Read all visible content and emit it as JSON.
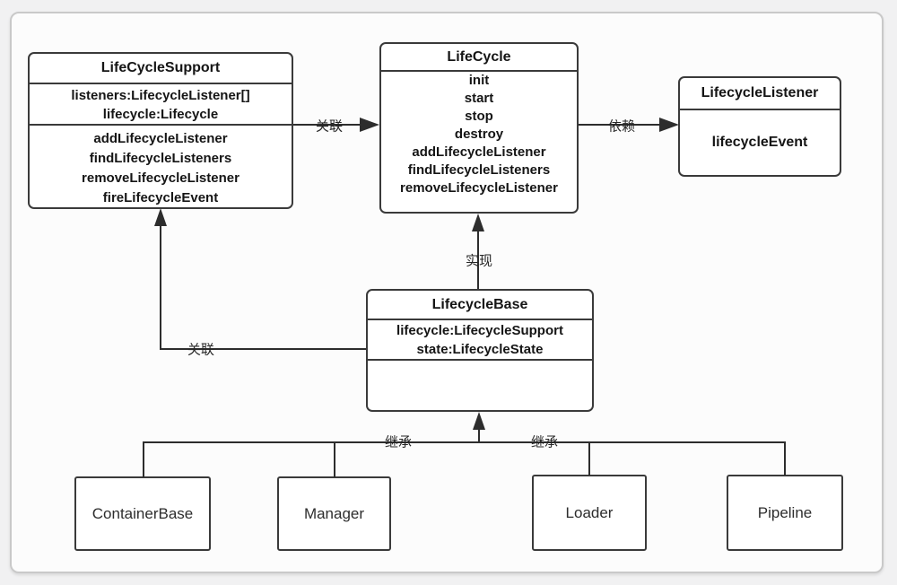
{
  "diagram": {
    "classes": {
      "lifecycle_support": {
        "title": "LifeCycleSupport",
        "fields": [
          "listeners:LifecycleListener[]",
          "lifecycle:Lifecycle"
        ],
        "methods": [
          "addLifecycleListener",
          "findLifecycleListeners",
          "removeLifecycleListener",
          "fireLifecycleEvent"
        ]
      },
      "lifecycle": {
        "title": "LifeCycle",
        "methods": [
          "init",
          "start",
          "stop",
          "destroy",
          "addLifecycleListener",
          "findLifecycleListeners",
          "removeLifecycleListener"
        ]
      },
      "lifecycle_listener": {
        "title": "LifecycleListener",
        "fields": [
          "lifecycleEvent"
        ]
      },
      "lifecycle_base": {
        "title": "LifecycleBase",
        "fields": [
          "lifecycle:LifecycleSupport",
          "state:LifecycleState"
        ]
      },
      "container_base": {
        "title": "ContainerBase"
      },
      "manager": {
        "title": "Manager"
      },
      "loader": {
        "title": "Loader"
      },
      "pipeline": {
        "title": "Pipeline"
      }
    },
    "relations": {
      "support_to_lifecycle": "关联",
      "lifecycle_to_listener": "依赖",
      "base_to_lifecycle": "实现",
      "base_to_support": "关联",
      "inherit_left": "继承",
      "inherit_right": "继承"
    },
    "colors": {
      "line": "#2d2d2d",
      "box_border": "#3a3a3a",
      "box_fill": "#ffffff",
      "canvas_fill": "#fcfcfc",
      "frame_border": "#c9c9c9",
      "page_background": "#f1f1f2"
    }
  }
}
